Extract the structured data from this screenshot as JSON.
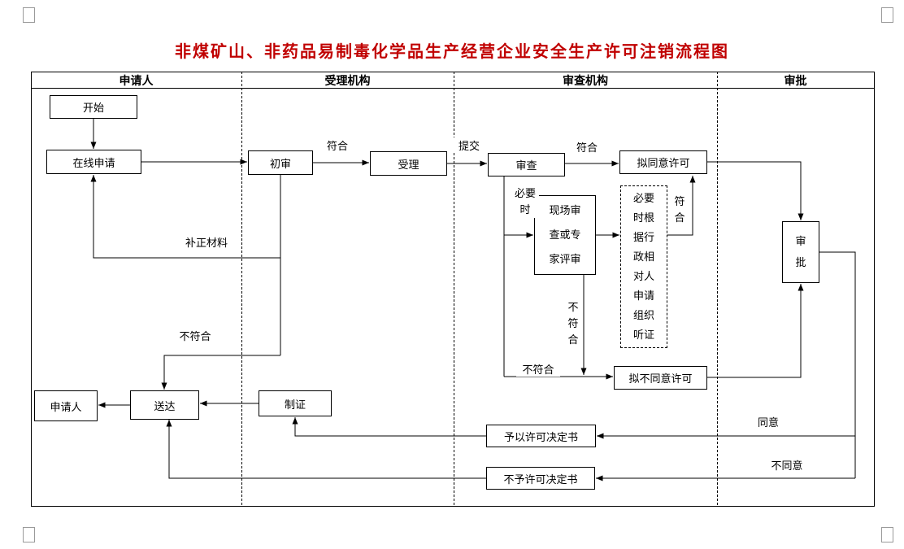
{
  "title": "非煤矿山、非药品易制毒化学品生产经营企业安全生产许可注销流程图",
  "lanes": {
    "applicant": "申请人",
    "acceptance_org": "受理机构",
    "review_org": "审查机构",
    "approval": "审批"
  },
  "nodes": {
    "start": "开始",
    "online_apply": "在线申请",
    "preliminary_review": "初审",
    "accept": "受理",
    "review": "审查",
    "propose_approve": "拟同意许可",
    "site_expert_review": "现场审\n查或专\n家评审",
    "hearing_note": "必要\n时根\n据行\n政相\n对人\n申请\n组织\n听证",
    "approval": "审\n批",
    "propose_disapprove": "拟不同意许可",
    "applicant_receive": "申请人",
    "deliver": "送达",
    "make_certificate": "制证",
    "grant_decision": "予以许可决定书",
    "deny_decision": "不予许可决定书"
  },
  "edge_labels": {
    "conform_1": "符合",
    "submit": "提交",
    "conform_2": "符合",
    "when_necessary": "必要\n时",
    "conform_3": "符\n合",
    "not_conform_site": "不\n符\n合",
    "not_conform_review": "不符合",
    "supplement_materials": "补正材料",
    "not_conform_preliminary": "不符合",
    "agree": "同意",
    "disagree": "不同意"
  },
  "colors": {
    "title": "#C00000",
    "line": "#000000"
  }
}
